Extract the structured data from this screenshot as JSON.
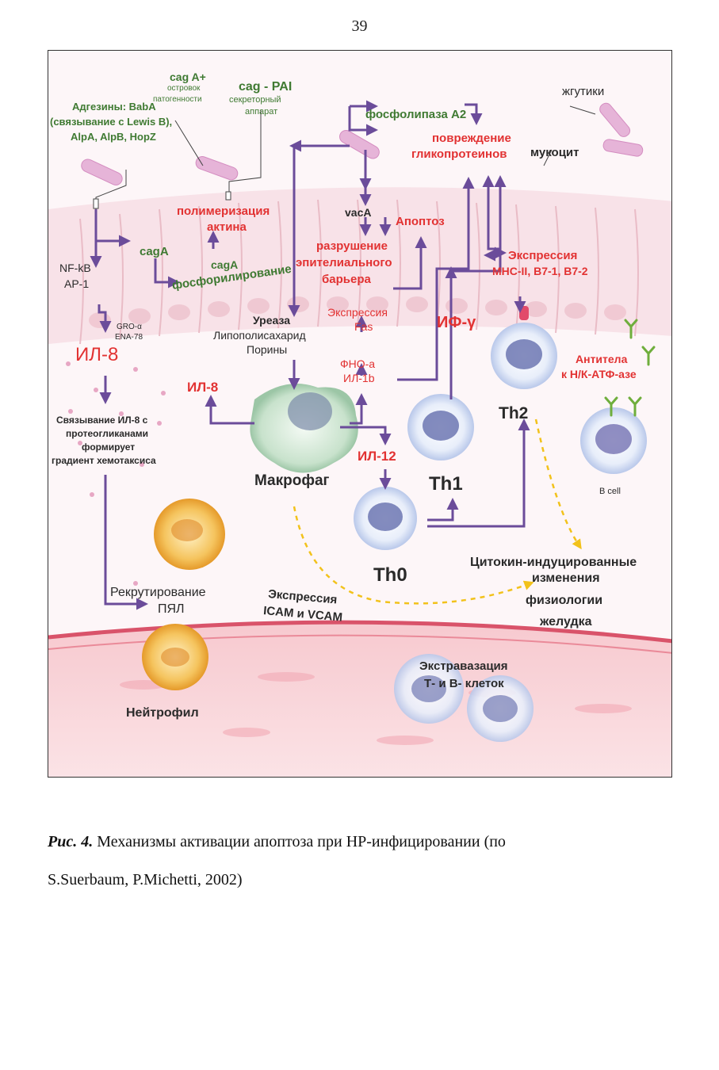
{
  "page_number": "39",
  "labels": {
    "cag_island": "cag A+",
    "cag_island_sub1": "островок",
    "cag_island_sub2": "патогенности",
    "cag_pai": "cag - PAI",
    "cag_pai_sub1": "секреторный",
    "cag_pai_sub2": "аппарат",
    "adhesins_1": "Адгезины: BabA",
    "adhesins_2": "(связывание с Lewis B),",
    "adhesins_3": "AlpA, AlpB, HopZ",
    "flagella": "жгутики",
    "phospholipase": "фосфолипаза А2",
    "glyco_damage_1": "повреждение",
    "glyco_damage_2": "гликопротеинов",
    "mucocyte": "мукоцит",
    "actin_1": "полимеризация",
    "actin_2": "актина",
    "vaca": "vacA",
    "apoptosis": "Апоптоз",
    "barrier_1": "разрушение",
    "barrier_2": "эпителиального",
    "barrier_3": "барьера",
    "mhc_1": "Экспрессия",
    "mhc_2": "MHC-II, B7-1, B7-2",
    "nfkb_1": "NF-kB",
    "nfkb_2": "AP-1",
    "caga_1": "cagA",
    "caga_2": "cagA",
    "phosphorylation": "фосфорилирование",
    "gro_1": "GRO-α",
    "gro_2": "ENA-78",
    "il8_main": "ИЛ-8",
    "urease_1": "Уреаза",
    "urease_2": "Липополисахарид",
    "urease_3": "Порины",
    "fas_1": "Экспрессия",
    "fas_2": "Fas",
    "ifn": "ИФ-γ",
    "antibodies_1": "Антитела",
    "antibodies_2": "к Н/К-АТФ-азе",
    "tnf_1": "ФНО-а",
    "tnf_2": "ИЛ-1b",
    "il8_macro": "ИЛ-8",
    "th2": "Th2",
    "binding_1": "Связывание ИЛ-8 с",
    "binding_2": "протеогликанами",
    "binding_3": "формирует",
    "binding_4": "градиент хемотаксиса",
    "il12": "ИЛ-12",
    "macrophage": "Макрофаг",
    "th1": "Th1",
    "bcell": "B cell",
    "cytokine_1": "Цитокин-индуцированные",
    "cytokine_2": "изменения",
    "cytokine_3": "физиологии",
    "cytokine_4": "желудка",
    "th0": "Th0",
    "recruit_1": "Рекрутирование",
    "recruit_2": "ПЯЛ",
    "icam_1": "Экспрессия",
    "icam_2": "ICAM и VCAM",
    "extravasation_1": "Экстравазация",
    "extravasation_2": "Т- и В- клеток",
    "neutrophil": "Нейтрофил"
  },
  "caption": {
    "fig_num": "Рис. 4.",
    "line1": "Механизмы активации апоптоза при НР-инфицировании  (по",
    "line2": "S.Suerbaum, P.Michetti, 2002)"
  },
  "colors": {
    "arrow": "#6b4c9a",
    "red_text": "#e23232",
    "green_text": "#3f7a32",
    "dashed": "#f2c21b"
  }
}
